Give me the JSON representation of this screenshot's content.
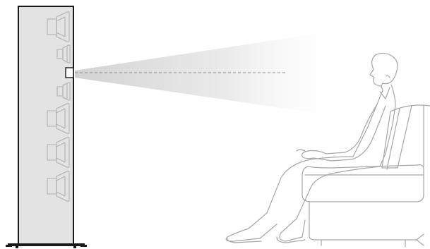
{
  "figure": {
    "subject": "loudspeaker-listening-position",
    "speaker": {
      "driver_icons": [
        "woofer-icon",
        "tweeter-icon",
        "tweeter-icon",
        "woofer-icon",
        "woofer-icon",
        "woofer-icon"
      ],
      "sensor": "tweeter-sensor"
    },
    "listener": "seated-person-in-armchair",
    "colors": {
      "cabinet_fill": "#e3e3e3",
      "outline": "#1a1a1a",
      "driver_line": "#b8b8b8",
      "figure_line": "#a6a6a6",
      "beam": "#d6d6d6",
      "dashed_axis": "#8c8c8c"
    }
  }
}
